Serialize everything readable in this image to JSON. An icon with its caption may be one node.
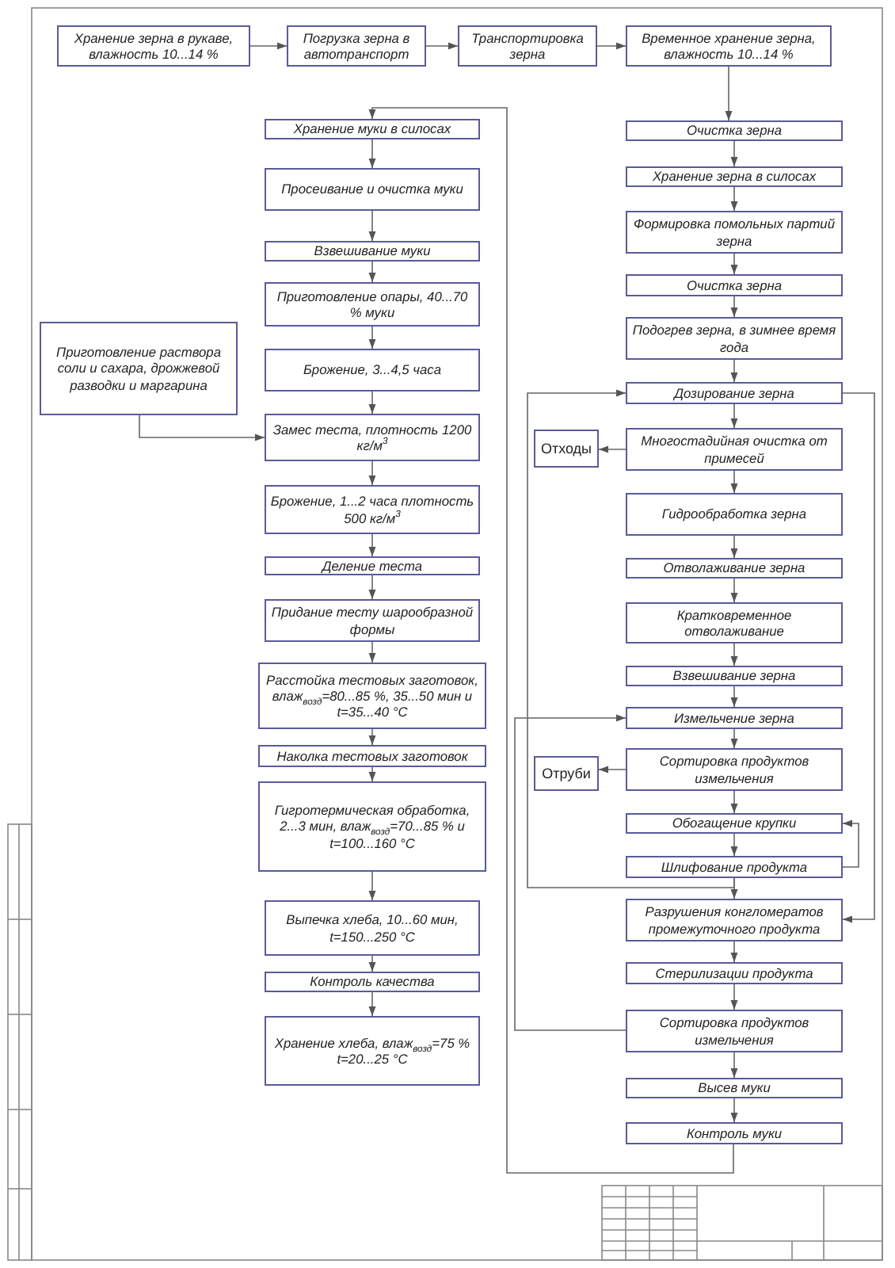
{
  "diagram": {
    "nodes": [
      {
        "text": [
          "Хранение зерна в рукаве, влажность 10...14 %"
        ]
      },
      {
        "text": [
          "Погрузка зерна в автотранспорт"
        ]
      },
      {
        "text": [
          "Транспортировка зерна"
        ]
      },
      {
        "text": [
          "Временное хранение зерна, влажность 10...14 %"
        ]
      },
      {
        "text": [
          "Очистка зерна"
        ]
      },
      {
        "text": [
          "Хранение зерна в силосах"
        ]
      },
      {
        "text": [
          "Формировка помольных партий зерна"
        ]
      },
      {
        "text": [
          "Очистка зерна"
        ]
      },
      {
        "text": [
          "Подогрев зерна, в зимнее время года"
        ]
      },
      {
        "text": [
          "Дозирование зерна"
        ]
      },
      {
        "text": [
          "Многостадийная очистка от примесей"
        ]
      },
      {
        "text": [
          "Отходы"
        ]
      },
      {
        "text": [
          "Гидрообработка зерна"
        ]
      },
      {
        "text": [
          "Отволаживание зерна"
        ]
      },
      {
        "text": [
          "Кратковременное отволаживание"
        ]
      },
      {
        "text": [
          "Взвешивание зерна"
        ]
      },
      {
        "text": [
          "Измельчение зерна"
        ]
      },
      {
        "text": [
          "Сортировка продуктов измельчения"
        ]
      },
      {
        "text": [
          "Отруби"
        ]
      },
      {
        "text": [
          "Обогащение крупки"
        ]
      },
      {
        "text": [
          "Шлифование продукта"
        ]
      },
      {
        "text": [
          "Разрушения конгломератов промежуточного продукта"
        ]
      },
      {
        "text": [
          "Стерилизации продукта"
        ]
      },
      {
        "text": [
          "Сортировка продуктов измельчения"
        ]
      },
      {
        "text": [
          "Высев муки"
        ]
      },
      {
        "text": [
          "Контроль муки"
        ]
      },
      {
        "text": [
          "Хранение муки в силосах"
        ]
      },
      {
        "text": [
          "Просеивание и очистка муки"
        ]
      },
      {
        "text": [
          "Взвешивание муки"
        ]
      },
      {
        "text": [
          "Приготовление опары, 40...70 % муки"
        ]
      },
      {
        "text": [
          "Брожение, 3...4,5 часа"
        ]
      },
      {
        "text": [
          "Замес теста, плотность 1200 кг/м$^{3}$"
        ]
      },
      {
        "text": [
          "Брожение, 1...2 часа плотность 500 кг/м$^{3}$"
        ]
      },
      {
        "text": [
          "Деление теста"
        ]
      },
      {
        "text": [
          "Придание тесту шарообразной формы"
        ]
      },
      {
        "text": [
          "Расстойка тестовых заготовок, влаж$_{возд}$=80...85 %, 35...50 мин и t=35...40 °С"
        ]
      },
      {
        "text": [
          "Наколка тестовых заготовок"
        ]
      },
      {
        "text": [
          "Гигротермическая обработка, 2...3 мин, влаж$_{возд}$=70...85 % и t=100...160 °С"
        ]
      },
      {
        "text": [
          "Выпечка хлеба, 10...60 мин, t=150...250 °С"
        ]
      },
      {
        "text": [
          "Контроль качества"
        ]
      },
      {
        "text": [
          "Хранение хлеба, влаж$_{возд}$=75 % t=20...25 °С"
        ]
      },
      {
        "text": [
          "Приготовление раствора соли и сахара, дрожжевой разводки и маргарина"
        ]
      }
    ],
    "edges": [
      {
        "from": 0,
        "to": 1,
        "arrow": "to"
      },
      {
        "from": 1,
        "to": 2,
        "arrow": "to"
      },
      {
        "from": 2,
        "to": 3,
        "arrow": "to"
      },
      {
        "from": 3,
        "to": 4,
        "arrow": "to"
      },
      {
        "from": 4,
        "to": 5,
        "arrow": "to"
      },
      {
        "from": 5,
        "to": 6,
        "arrow": "to"
      },
      {
        "from": 6,
        "to": 7,
        "arrow": "to"
      },
      {
        "from": 7,
        "to": 8,
        "arrow": "to"
      },
      {
        "from": 8,
        "to": 9,
        "arrow": "to"
      },
      {
        "from": 9,
        "to": 10,
        "arrow": "to"
      },
      {
        "from": 10,
        "to": 11,
        "arrow": "to"
      },
      {
        "from": 10,
        "to": 12,
        "arrow": "to"
      },
      {
        "from": 12,
        "to": 13,
        "arrow": "to"
      },
      {
        "from": 13,
        "to": 14,
        "arrow": "to"
      },
      {
        "from": 14,
        "to": 15,
        "arrow": "to"
      },
      {
        "from": 15,
        "to": 16,
        "arrow": "to"
      },
      {
        "from": 16,
        "to": 17,
        "arrow": "to"
      },
      {
        "from": 17,
        "to": 18,
        "arrow": "to"
      },
      {
        "from": 17,
        "to": 19,
        "arrow": "to"
      },
      {
        "from": 19,
        "to": 20,
        "arrow": "to"
      },
      {
        "from": 20,
        "to": 19,
        "arrow": "to"
      },
      {
        "from": 20,
        "to": 21,
        "arrow": "to"
      },
      {
        "from": 20,
        "to": 9,
        "arrow": "to"
      },
      {
        "from": 9,
        "to": 21,
        "arrow": "to"
      },
      {
        "from": 21,
        "to": 22,
        "arrow": "to"
      },
      {
        "from": 22,
        "to": 23,
        "arrow": "to"
      },
      {
        "from": 23,
        "to": 24,
        "arrow": "to"
      },
      {
        "from": 24,
        "to": 25,
        "arrow": "to"
      },
      {
        "from": 23,
        "to": 16,
        "arrow": "to"
      },
      {
        "from": 25,
        "to": 26,
        "arrow": "to"
      },
      {
        "from": 26,
        "to": 27,
        "arrow": "to"
      },
      {
        "from": 27,
        "to": 28,
        "arrow": "to"
      },
      {
        "from": 28,
        "to": 29,
        "arrow": "to"
      },
      {
        "from": 29,
        "to": 30,
        "arrow": "to"
      },
      {
        "from": 30,
        "to": 31,
        "arrow": "to"
      },
      {
        "from": 31,
        "to": 32,
        "arrow": "to"
      },
      {
        "from": 32,
        "to": 33,
        "arrow": "to"
      },
      {
        "from": 33,
        "to": 34,
        "arrow": "to"
      },
      {
        "from": 34,
        "to": 35,
        "arrow": "to"
      },
      {
        "from": 35,
        "to": 36,
        "arrow": "to"
      },
      {
        "from": 36,
        "to": 37,
        "arrow": "to"
      },
      {
        "from": 37,
        "to": 38,
        "arrow": "to"
      },
      {
        "from": 38,
        "to": 39,
        "arrow": "to"
      },
      {
        "from": 39,
        "to": 40,
        "arrow": "to"
      },
      {
        "from": 41,
        "to": 31,
        "arrow": "to"
      }
    ]
  }
}
